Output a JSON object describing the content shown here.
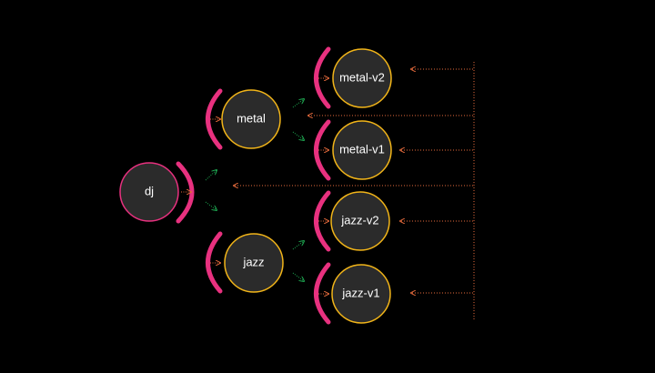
{
  "colors": {
    "background": "#000000",
    "node_fill": "#2b2b2b",
    "root_stroke": "#e8317f",
    "service_stroke": "#f2b519",
    "bracket": "#e8317f",
    "arrow_green": "#1fae54",
    "arrow_orange": "#e46a3c"
  },
  "nodes": {
    "dj": {
      "label": "dj"
    },
    "metal": {
      "label": "metal"
    },
    "jazz": {
      "label": "jazz"
    },
    "metal_v2": {
      "label": "metal-v2"
    },
    "metal_v1": {
      "label": "metal-v1"
    },
    "jazz_v2": {
      "label": "jazz-v2"
    },
    "jazz_v1": {
      "label": "jazz-v1"
    }
  }
}
